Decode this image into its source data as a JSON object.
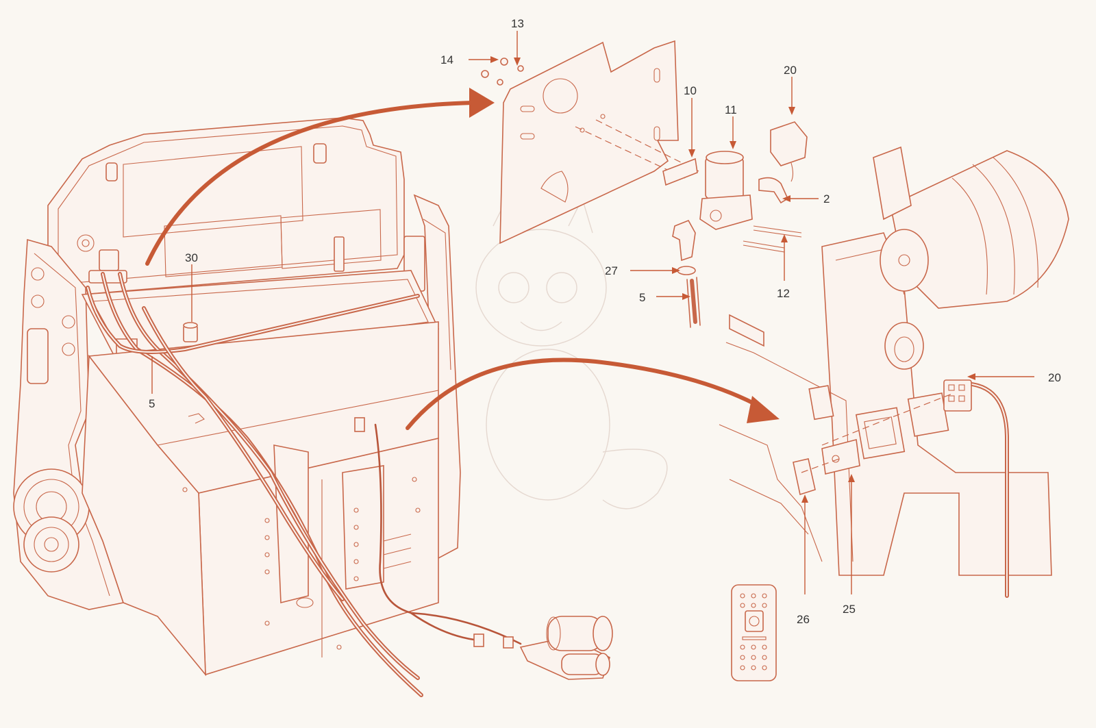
{
  "diagram": {
    "callouts": [
      {
        "id": "c13",
        "label": "13"
      },
      {
        "id": "c14",
        "label": "14"
      },
      {
        "id": "c10",
        "label": "10"
      },
      {
        "id": "c11",
        "label": "11"
      },
      {
        "id": "c20a",
        "label": "20"
      },
      {
        "id": "c2",
        "label": "2"
      },
      {
        "id": "c12",
        "label": "12"
      },
      {
        "id": "c27",
        "label": "27"
      },
      {
        "id": "c5a",
        "label": "5"
      },
      {
        "id": "c30",
        "label": "30"
      },
      {
        "id": "c5b",
        "label": "5"
      },
      {
        "id": "c20b",
        "label": "20"
      },
      {
        "id": "c26",
        "label": "26"
      },
      {
        "id": "c25",
        "label": "25"
      }
    ],
    "colors": {
      "line": "#c8674a",
      "arrow": "#c75a36",
      "background": "#faf7f2",
      "text": "#333333"
    }
  }
}
